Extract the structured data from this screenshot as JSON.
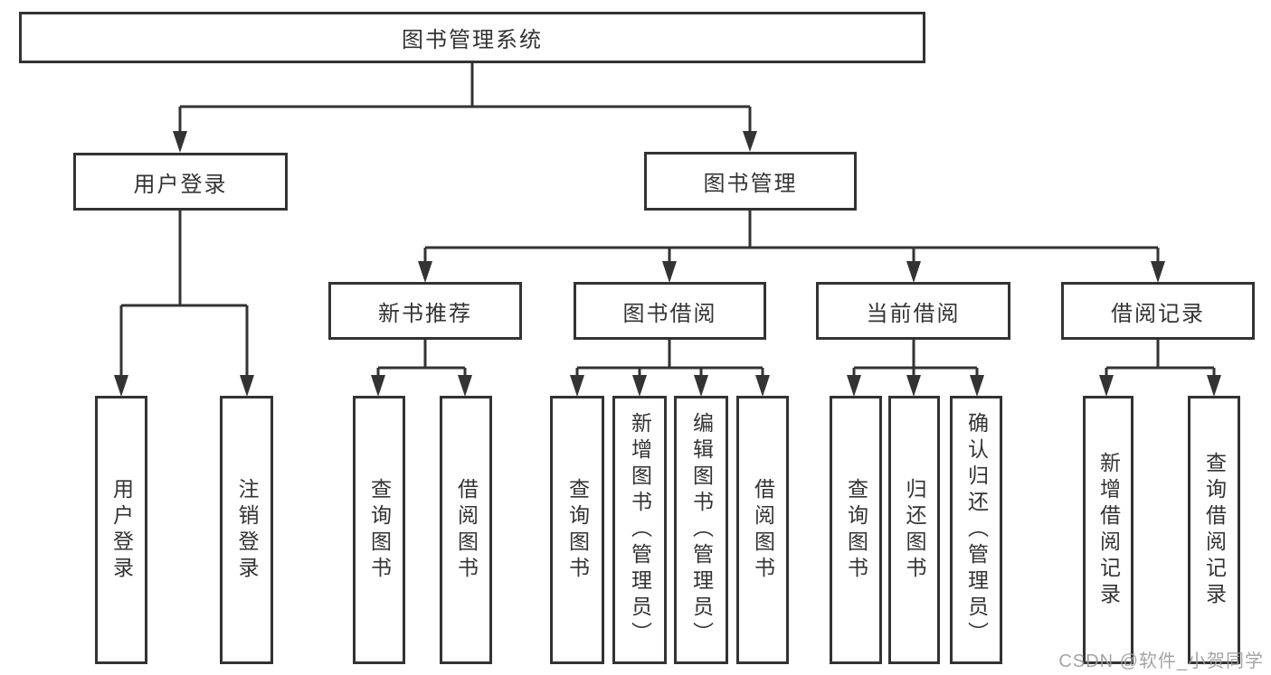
{
  "diagram": {
    "root": {
      "label": "图书管理系统",
      "children": [
        {
          "label": "用户登录",
          "children": [
            {
              "label": "用户登录"
            },
            {
              "label": "注销登录"
            }
          ]
        },
        {
          "label": "图书管理",
          "children": [
            {
              "label": "新书推荐",
              "children": [
                {
                  "label": "查询图书"
                },
                {
                  "label": "借阅图书"
                }
              ]
            },
            {
              "label": "图书借阅",
              "children": [
                {
                  "label": "查询图书"
                },
                {
                  "label": "新增图书（管理员）"
                },
                {
                  "label": "编辑图书（管理员）"
                },
                {
                  "label": "借阅图书"
                }
              ]
            },
            {
              "label": "当前借阅",
              "children": [
                {
                  "label": "查询图书"
                },
                {
                  "label": "归还图书"
                },
                {
                  "label": "确认归还（管理员）"
                }
              ]
            },
            {
              "label": "借阅记录",
              "children": [
                {
                  "label": "新增借阅记录"
                },
                {
                  "label": "查询借阅记录"
                }
              ]
            }
          ]
        }
      ]
    },
    "colors": {
      "line": "#333333",
      "text": "#333333",
      "box_background": "#ffffff",
      "watermark": "#9b9b9b"
    }
  },
  "watermark": {
    "text": "CSDN @软件_小贺同学"
  }
}
